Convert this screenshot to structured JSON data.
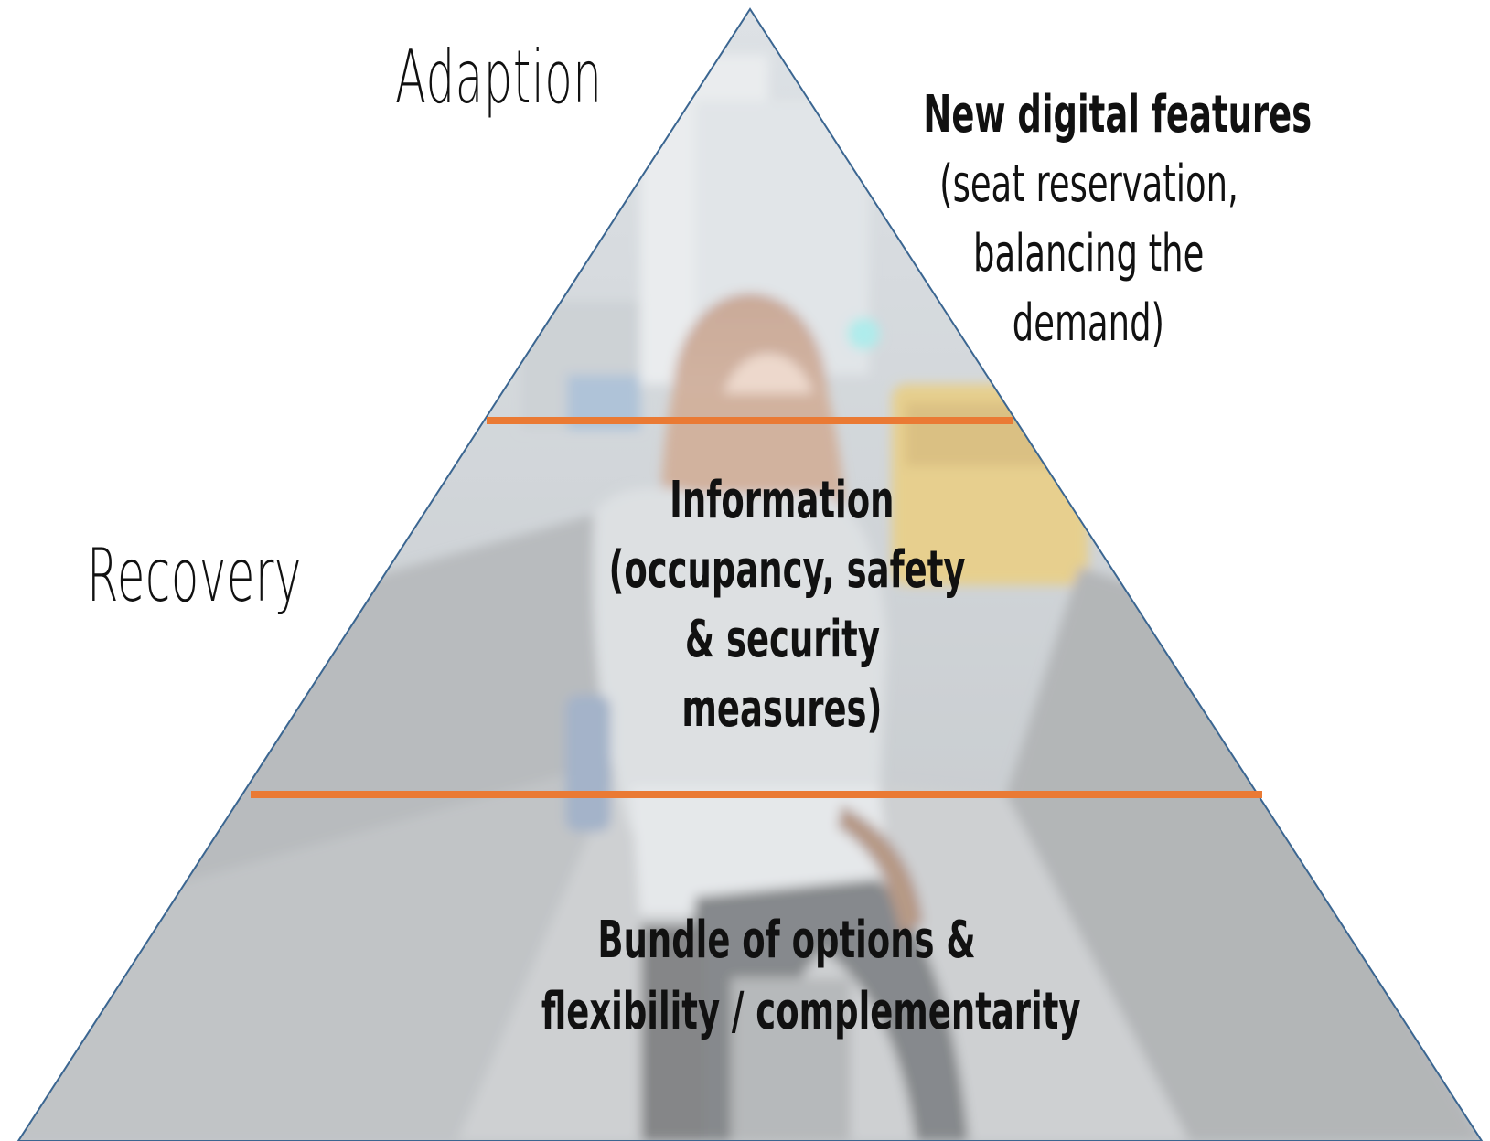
{
  "labels": {
    "adaption": "Adaption",
    "recovery": "Recovery"
  },
  "tiers": {
    "top": {
      "heading": "New digital features",
      "lines": [
        "(seat reservation,",
        "balancing the",
        "demand)"
      ]
    },
    "middle": {
      "lines": [
        "Information",
        "(occupancy, safety",
        "& security",
        "measures)"
      ]
    },
    "bottom": {
      "lines": [
        "Bundle of options &",
        "flexibility / complementarity"
      ]
    }
  },
  "colors": {
    "triangle_outline": "#3b6691",
    "divider": "#ea7a34",
    "text": "#111111"
  },
  "background_image": "woman-with-phone-and-suitcase-at-station-photo"
}
